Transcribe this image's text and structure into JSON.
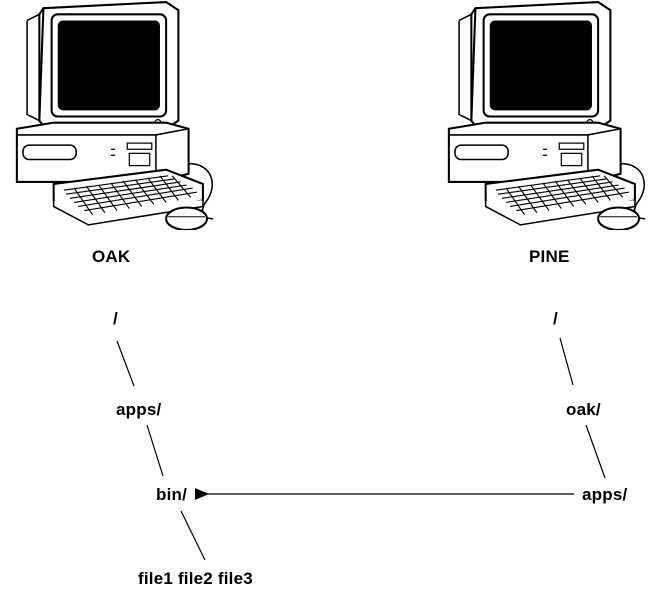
{
  "hosts": [
    {
      "name": "OAK"
    },
    {
      "name": "PINE"
    }
  ],
  "oak_tree": {
    "root": "/",
    "level1": "apps/",
    "level2": "bin/",
    "files": "file1 file2 file3"
  },
  "pine_tree": {
    "root": "/",
    "level1": "oak/",
    "level2": "apps/"
  },
  "colors": {
    "background": "#ffffff",
    "line": "#000000",
    "screen": "#000000"
  },
  "icons": [
    "computer-icon",
    "arrow-icon"
  ]
}
